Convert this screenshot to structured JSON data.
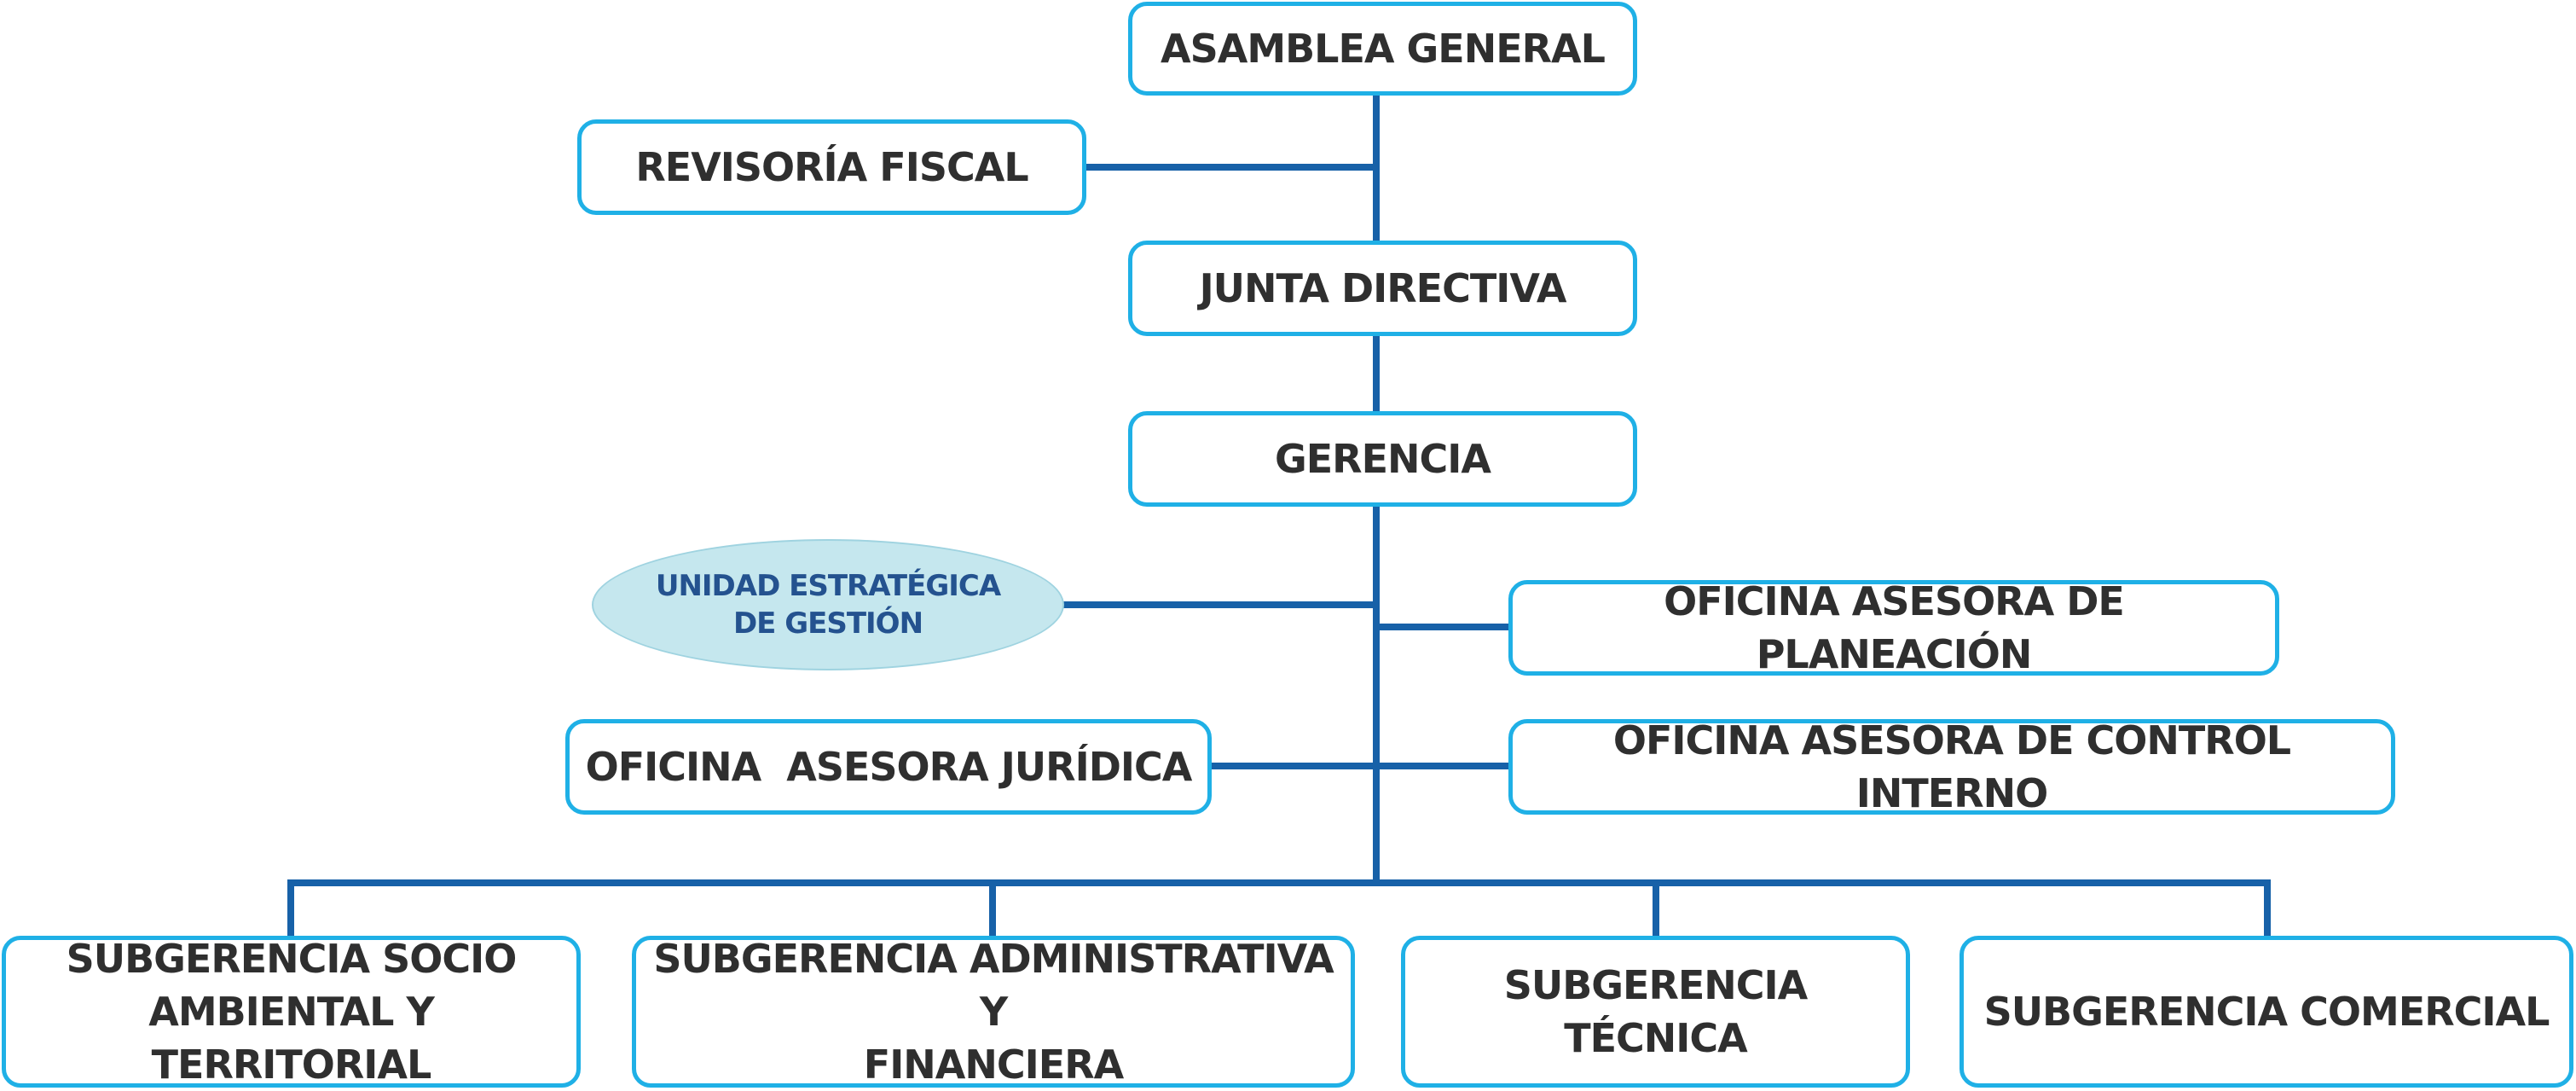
{
  "colors": {
    "connector": "#1761a8",
    "box_border": "#1fb0e6",
    "box_text": "#2f2f2f",
    "ellipse_fill": "#c5e7ee",
    "ellipse_text": "#24528f"
  },
  "nodes": {
    "asamblea": {
      "lines": [
        "ASAMBLEA GENERAL"
      ]
    },
    "revisoria": {
      "lines": [
        "REVISORÍA FISCAL"
      ]
    },
    "junta": {
      "lines": [
        "JUNTA DIRECTIVA"
      ]
    },
    "gerencia": {
      "lines": [
        "GERENCIA"
      ]
    },
    "unidad": {
      "lines": [
        "UNIDAD ESTRATÉGICA",
        "DE GESTIÓN"
      ]
    },
    "planeacion": {
      "lines": [
        "OFICINA ASESORA DE PLANEACIÓN"
      ]
    },
    "juridica": {
      "lines": [
        "OFICINA  ASESORA JURÍDICA"
      ]
    },
    "control": {
      "lines": [
        "OFICINA ASESORA DE CONTROL INTERNO"
      ]
    },
    "sub_socio": {
      "lines": [
        "SUBGERENCIA SOCIO",
        "AMBIENTAL Y TERRITORIAL"
      ]
    },
    "sub_admin": {
      "lines": [
        "SUBGERENCIA ADMINISTRATIVA Y",
        "FINANCIERA"
      ]
    },
    "sub_tecnica": {
      "lines": [
        "SUBGERENCIA TÉCNICA"
      ]
    },
    "sub_comercial": {
      "lines": [
        "SUBGERENCIA COMERCIAL"
      ]
    }
  }
}
